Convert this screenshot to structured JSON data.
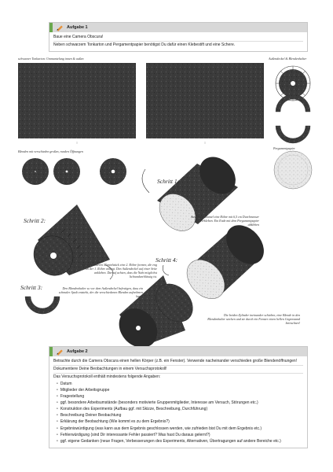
{
  "task1": {
    "title": "Aufgabe 1",
    "line1": "Baue eine Camera Obscura!",
    "line2": "Neben schwarzem Tonkarton und Pergamentpapier benötigst Du dafür einen Klebestift und eine Schere."
  },
  "captions": {
    "tonkarton": "schwarzer Tonkarton: Ummantelung innen & außen",
    "deckel": "Außendeckel & Blendenhalter",
    "blenden": "Blenden mit verschieden großen, runden Öffnungen",
    "pergament": "Pergamentpapier",
    "schritt1_text": "Aus einem Mantel eine Röhre mit 6,5 cm Durchmesser verkleben. Ein Ende mit dem Pergamentpapier abkleben",
    "schritt2_text": "Aus dem anderen Mantelstück eine 2. Röhre formen, die eng an der 1. Röhre anliegt. Den Außendeckel auf einer Seite ankleben. Darauf achten, dass die Naht möglichst lichtundurchlässig ist.",
    "schritt3_text": "Den Blendenhalter so vor dem Außendeckel befestigen, dass ein schmaler Spalt entsteht, der die verschiedenen Blenden aufnehmen kann.",
    "schritt4_text": "Die beiden Zylinder ineinander schieben, eine Blende in den Blendenhalter stecken und sie durch ein Fenster einen hellen Gegenstand betrachten!"
  },
  "steps": {
    "s1": "Schritt 1:",
    "s2": "Schritt 2:",
    "s3": "Schritt 3:",
    "s4": "Schritt 4:"
  },
  "task2": {
    "title": "Aufgabe 2",
    "intro1": "Betrachte durch die Camera Obscura einen hellen Körper (z.B. ein Fenster). Verwende nacheinander verschieden große Blendenöffnungen!",
    "intro2": "Dokumentiere Deine Beobachtungen in einem Versuchsprotokoll!",
    "intro3": "Das Versuchsprotokoll enthält mindestens folgende Angaben:",
    "items": [
      "Datum",
      "Mitglieder der Arbeitsgruppe",
      "Fragestellung",
      "ggf. besondere Arbeitsumstände (besonders motivierte Gruppenmitglieder, Interesse am Versuch, Störungen etc.)",
      "Konstruktion des Experiments (Aufbau ggf. mit Skizze, Beschreibung, Durchführung)",
      "Beschreibung Deiner Beobachtung",
      "Erklärung der Beobachtung (Wie kommt es zu dem Ergebnis?)",
      "Ergebniswürdigung (was kann aus dem Ergebnis geschlossen werden, wie zufrieden bist Du mit dem Ergebnis etc.)",
      "Fehlerwürdigung (sind Dir interessante Fehler passiert? Was hast Du daraus gelernt?)",
      "ggf. eigene Gedanken (neue Fragen, Verbesserungen des Experiments, Alternativen, Übertragungen auf andere Bereiche etc.)"
    ]
  },
  "colors": {
    "accent": "#6aa84f",
    "header_bg": "#d8d8d8",
    "cardboard": "#3a3a3a",
    "paper": "#e8e8e8"
  }
}
